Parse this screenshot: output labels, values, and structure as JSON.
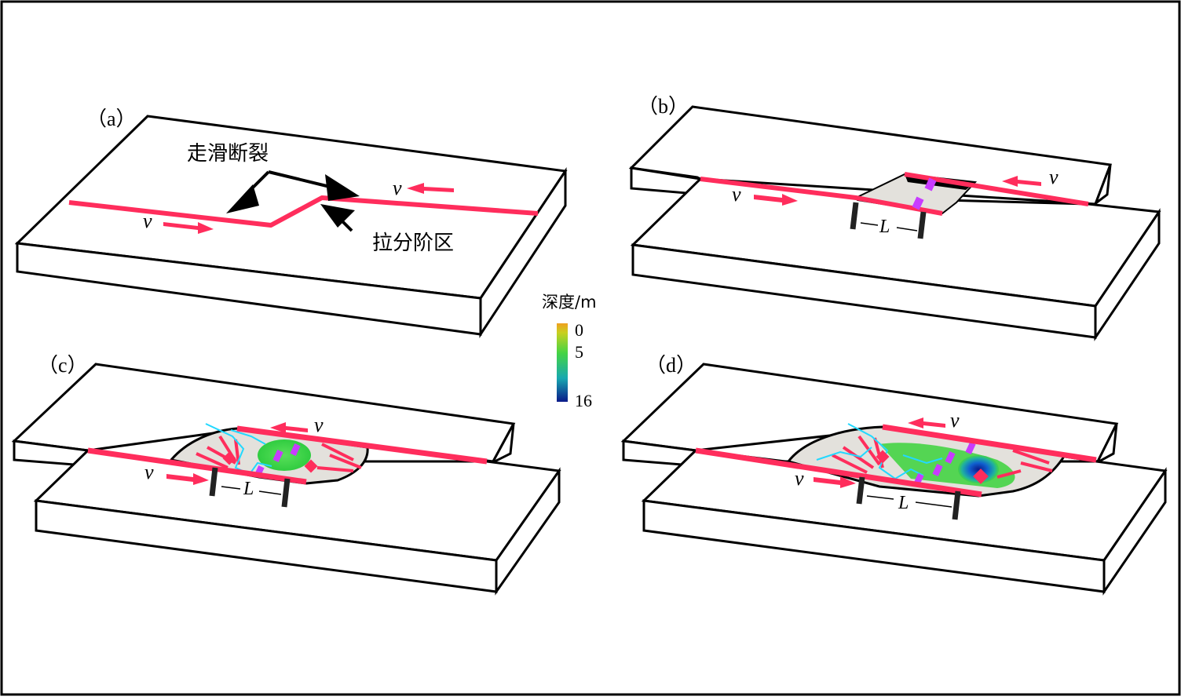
{
  "panels": {
    "a": {
      "label": "（a）",
      "velocity_left": "v",
      "velocity_right": "v"
    },
    "b": {
      "label": "（b）",
      "velocity_left": "v",
      "velocity_right": "v",
      "length_label": "L"
    },
    "c": {
      "label": "（c）",
      "velocity_left": "v",
      "velocity_right": "v",
      "length_label": "L"
    },
    "d": {
      "label": "（d）",
      "velocity_left": "v",
      "velocity_right": "v",
      "length_label": "L"
    }
  },
  "annotations": {
    "strike_slip_fault": "走滑断裂",
    "pull_apart_zone": "拉分阶区"
  },
  "legend": {
    "title": "深度/m",
    "ticks": [
      "0",
      "5",
      "16"
    ],
    "colors": {
      "shallow": "#f0a020",
      "mid": "#44d444",
      "deep": "#0a1a8a"
    }
  },
  "colors": {
    "fault": "#ff2d5c",
    "basin_fill": "#e3e1dc",
    "purple_blocks": "#c83cff",
    "channels": "#22d8ff",
    "water": "#3fe03f"
  }
}
